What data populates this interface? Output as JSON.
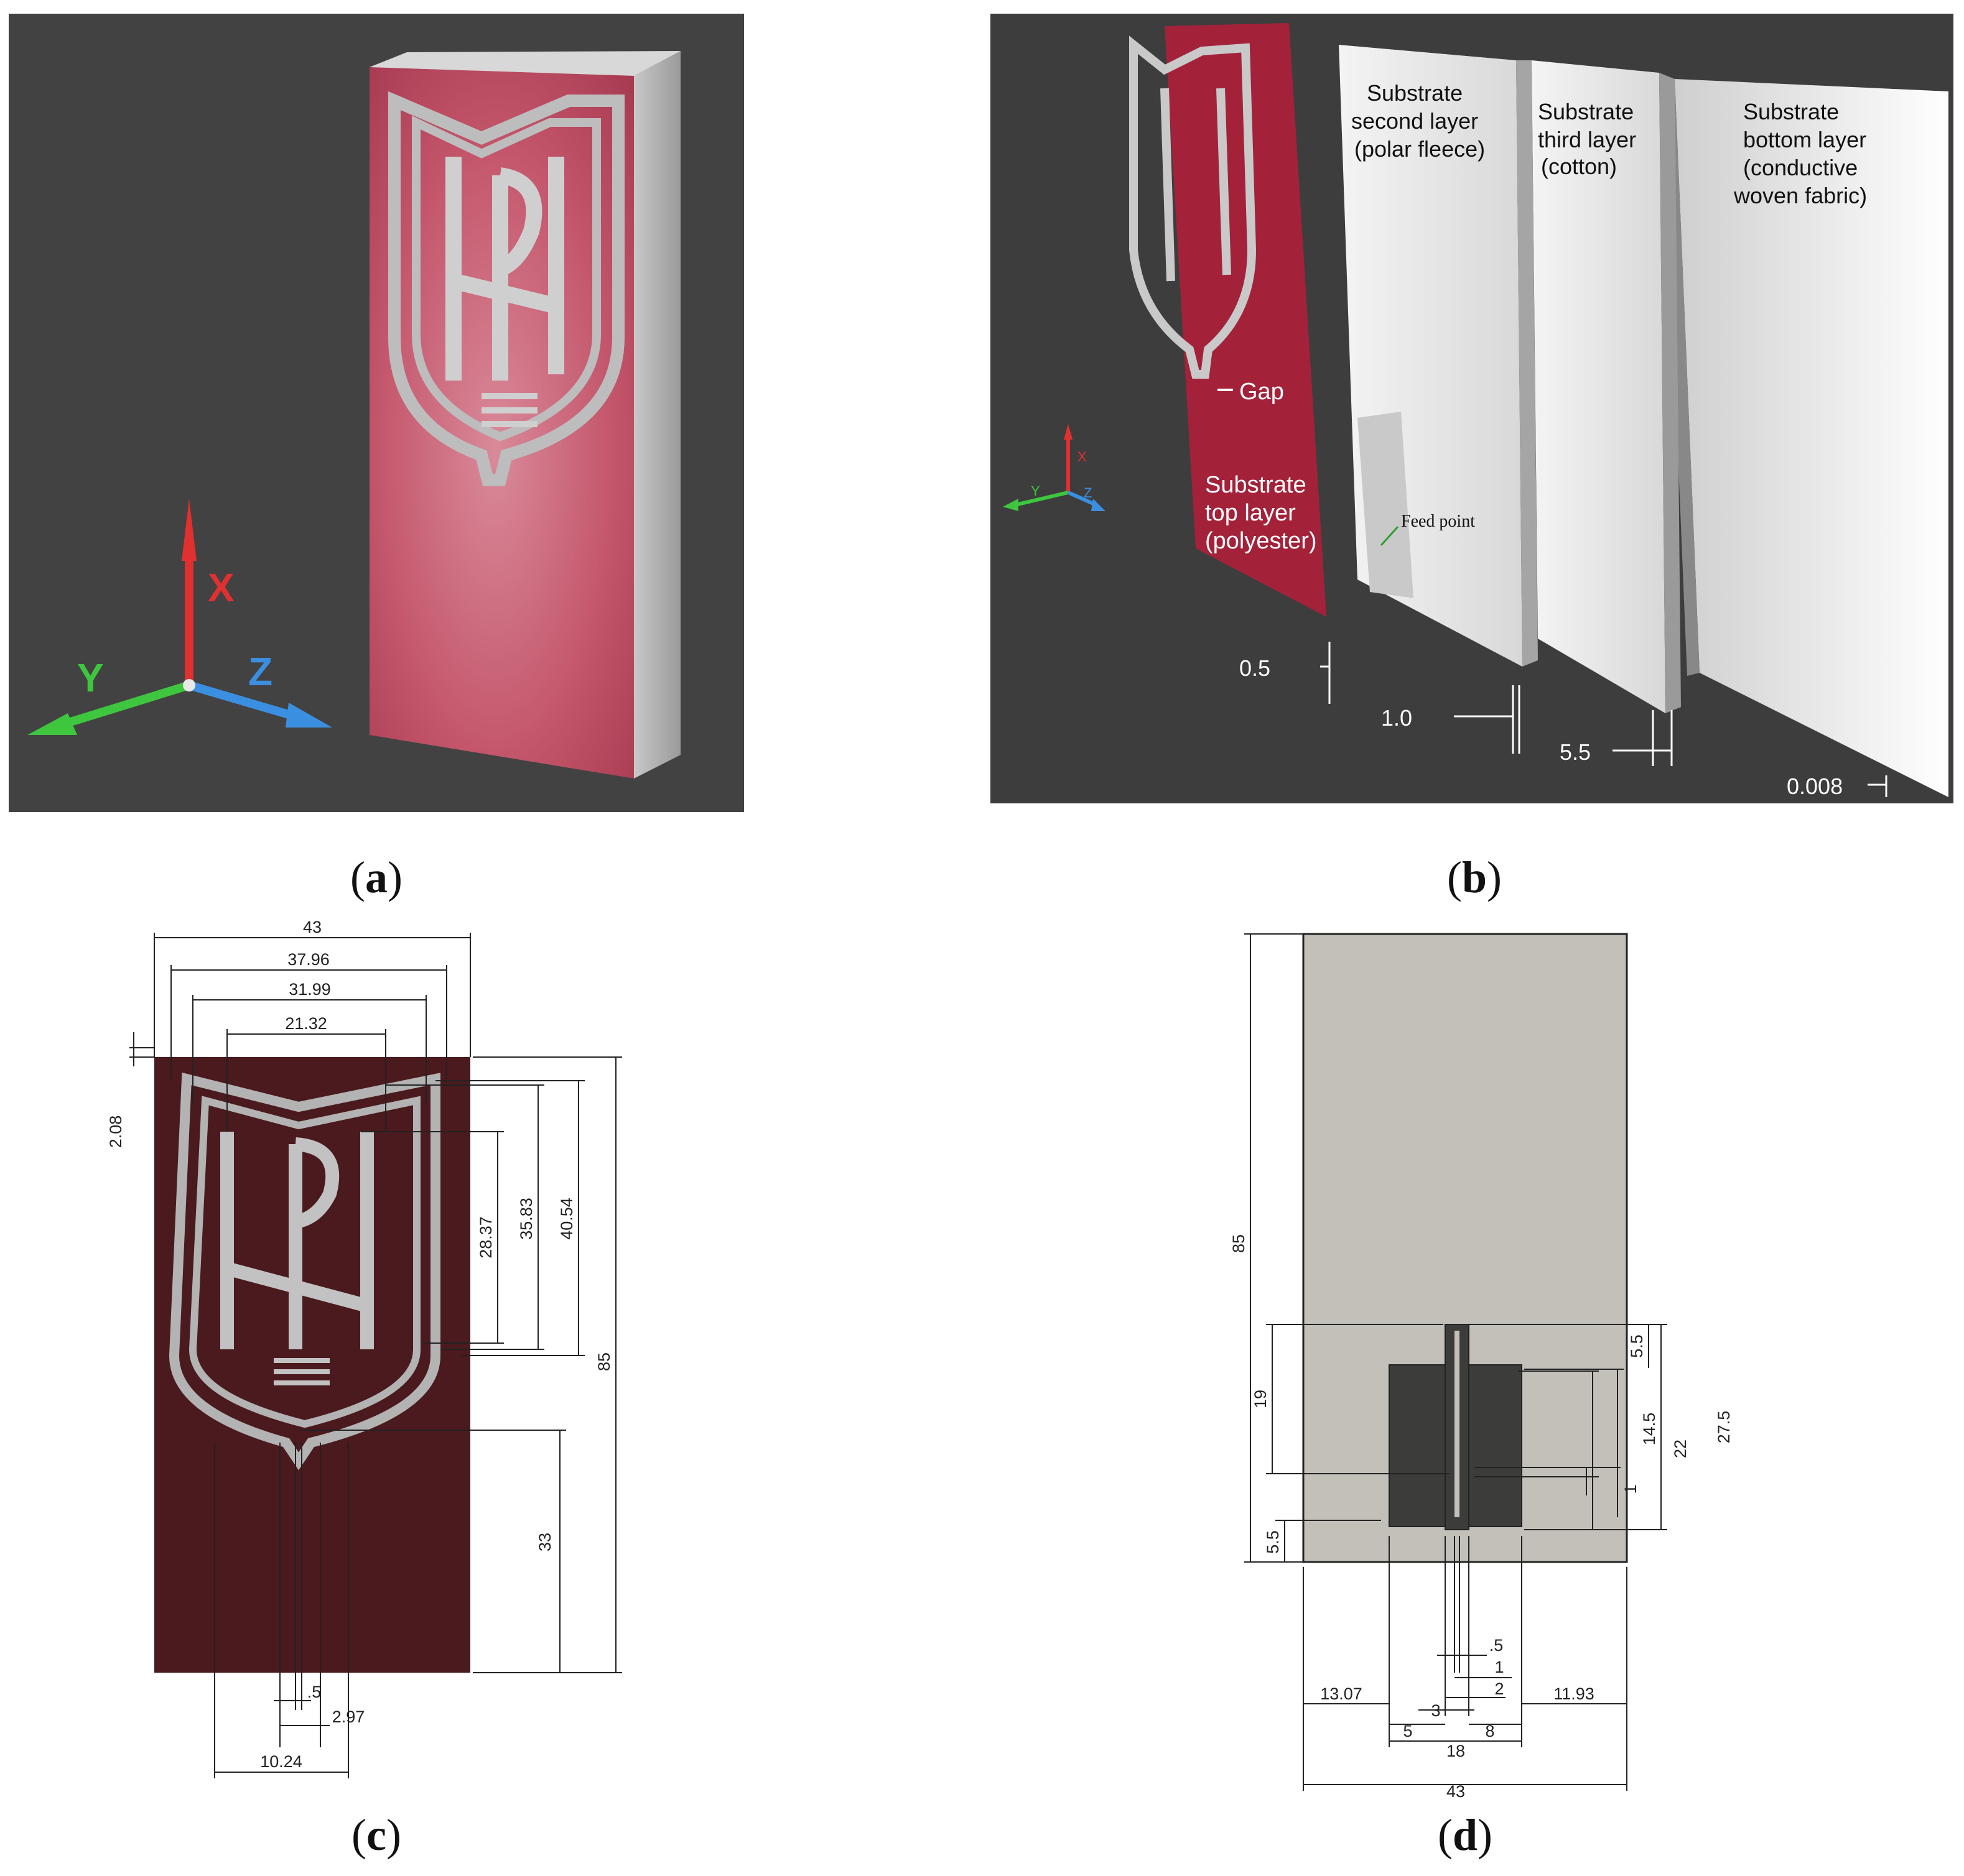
{
  "captions": {
    "a": "a",
    "b": "b",
    "c": "c",
    "d": "d"
  },
  "panel_a": {
    "axes": {
      "x": "X",
      "y": "Y",
      "z": "Z"
    }
  },
  "panel_b": {
    "labels": {
      "second": [
        "Substrate",
        "second layer",
        "(polar fleece)"
      ],
      "third": [
        "Substrate",
        "third layer",
        "(cotton)"
      ],
      "bottom": [
        "Substrate",
        "bottom layer",
        "(conductive",
        "woven fabric)"
      ],
      "top": [
        "Substrate",
        "top layer",
        "(polyester)"
      ],
      "gap": "Gap",
      "feed": "Feed point"
    },
    "axes": {
      "x": "X",
      "y": "Y",
      "z": "Z"
    },
    "dims": [
      "0.5",
      "1.0",
      "5.5",
      "0.008"
    ]
  },
  "panel_c": {
    "dims": {
      "d43": "43",
      "d3796": "37.96",
      "d3199": "31.99",
      "d2132": "21.32",
      "d208": "2.08",
      "d2837": "28.37",
      "d3583": "35.83",
      "d4054": "40.54",
      "d85": "85",
      "d33": "33",
      "d05": ".5",
      "d297": "2.97",
      "d1024": "10.24"
    },
    "colors": {
      "board": "#4a1a1e",
      "logo": "#b3b3b3"
    }
  },
  "panel_d": {
    "dims": {
      "d85": "85",
      "d19": "19",
      "d55a": "5.5",
      "d55b": "5.5",
      "d145": "14.5",
      "d22": "22",
      "d275": "27.5",
      "d1": "1",
      "d05": ".5",
      "d1b": "1",
      "d2": "2",
      "d1307": "13.07",
      "d1193": "11.93",
      "d3": "3",
      "d5": "5",
      "d8": "8",
      "d18": "18",
      "d43": "43"
    },
    "colors": {
      "board": "#c3c0b9",
      "patch": "#3c3d3b"
    }
  }
}
